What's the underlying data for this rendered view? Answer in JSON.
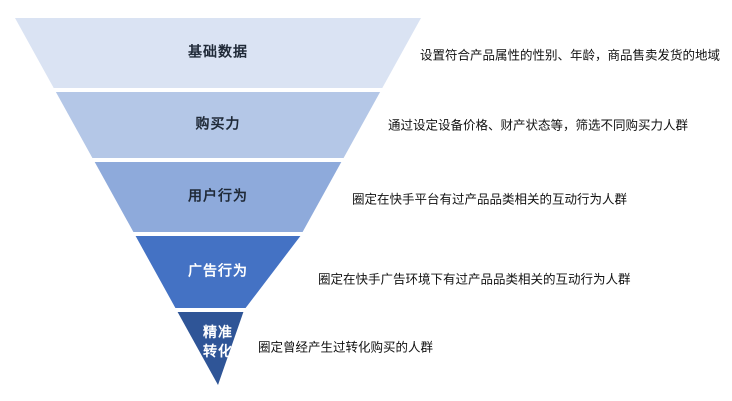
{
  "diagram": {
    "title": "audience-targeting-funnel",
    "funnel": {
      "levels": [
        {
          "label": "基础数据",
          "color": "#dae3f3",
          "text_color": "#1f2937",
          "annotation": "设置符合产品属性的性别、年龄，商品售卖发货的地域"
        },
        {
          "label": "购买力",
          "color": "#b4c7e7",
          "text_color": "#1f2937",
          "annotation": "通过设定设备价格、财产状态等，筛选不同购买力人群"
        },
        {
          "label": "用户行为",
          "color": "#8eaadb",
          "text_color": "#1f2937",
          "annotation": "圈定在快手平台有过产品品类相关的互动行为人群"
        },
        {
          "label": "广告行为",
          "color": "#4472c4",
          "text_color": "#ffffff",
          "annotation": "圈定在快手广告环境下有过产品品类相关的互动行为人群"
        },
        {
          "label": "精准转化",
          "color": "#2f5597",
          "text_color": "#ffffff",
          "annotation": "圈定曾经产生过转化购买的人群"
        }
      ]
    }
  }
}
